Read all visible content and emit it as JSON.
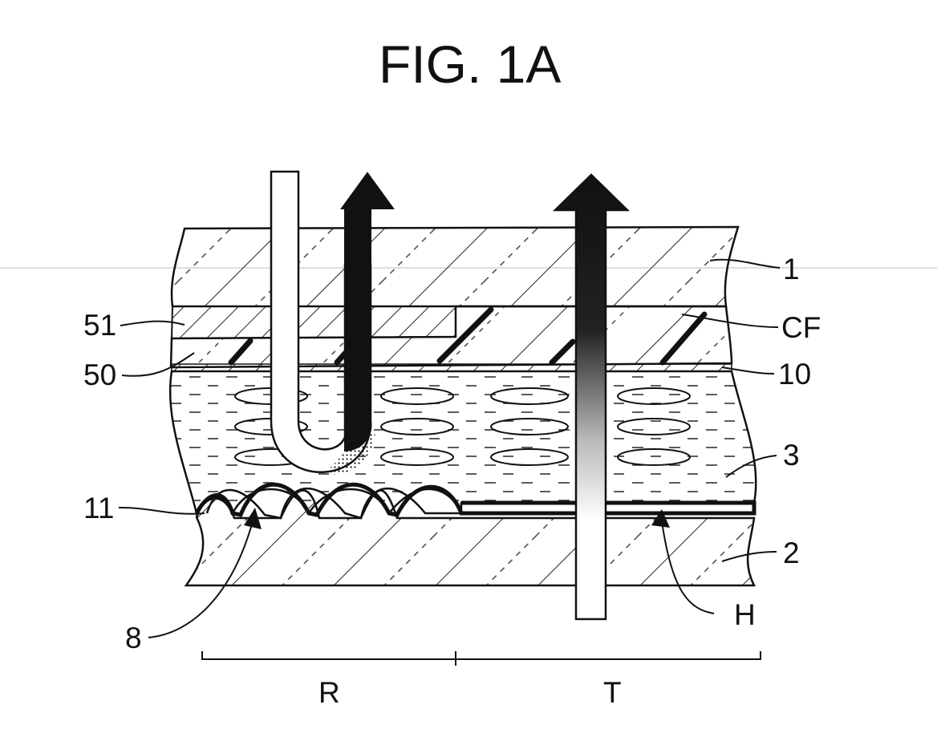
{
  "figure": {
    "title": "FIG. 1A"
  },
  "labels": {
    "l1": "1",
    "lCF": "CF",
    "l10": "10",
    "l3": "3",
    "l2": "2",
    "lH": "H",
    "l51": "51",
    "l50": "50",
    "l11": "11",
    "l8": "8",
    "lR": "R",
    "lT": "T"
  },
  "colors": {
    "ink": "#111111",
    "background": "#ffffff"
  }
}
